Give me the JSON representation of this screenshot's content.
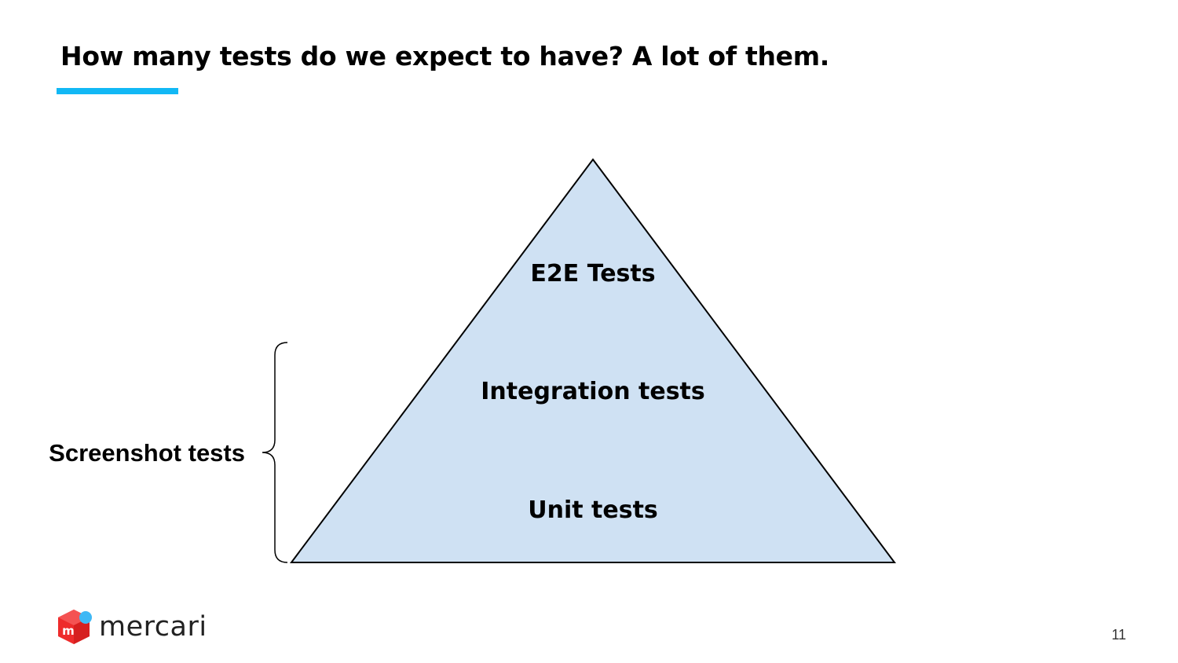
{
  "slide": {
    "title": "How many tests do we expect to have? A lot of them.",
    "accent_color": "#12b8f5",
    "page_number": "11"
  },
  "pyramid": {
    "fill_color": "#cfe1f3",
    "stroke_color": "#000000",
    "tiers": [
      {
        "label": "E2E Tests"
      },
      {
        "label": "Integration tests"
      },
      {
        "label": "Unit tests"
      }
    ]
  },
  "bracket": {
    "label": "Screenshot tests",
    "icon": "curly-brace-icon"
  },
  "logo": {
    "wordmark": "mercari",
    "box_color": "#ee2b2b",
    "dot_color": "#3fb8f5",
    "icon": "mercari-box-icon"
  }
}
